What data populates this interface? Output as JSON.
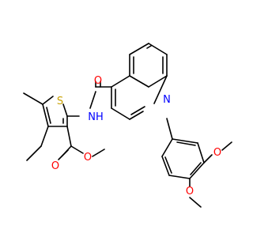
{
  "atoms": [
    {
      "id": "S1",
      "text": "S",
      "color": "#c8a000"
    },
    {
      "id": "N_amide",
      "text": "NH",
      "color": "#0000ff"
    },
    {
      "id": "O_amide",
      "text": "O",
      "color": "#ff0000"
    },
    {
      "id": "N_quin",
      "text": "N",
      "color": "#0000ff"
    },
    {
      "id": "O_ester_carbonyl",
      "text": "O",
      "color": "#ff0000"
    },
    {
      "id": "O_ester_ether",
      "text": "O",
      "color": "#ff0000"
    },
    {
      "id": "O_methoxy_upper",
      "text": "O",
      "color": "#ff0000"
    },
    {
      "id": "O_methoxy_lower",
      "text": "O",
      "color": "#ff0000"
    }
  ],
  "colors": {
    "bond": "#000000",
    "sulfur": "#c8a000",
    "nitrogen": "#0000ff",
    "oxygen": "#ff0000",
    "background": "#ffffff"
  }
}
